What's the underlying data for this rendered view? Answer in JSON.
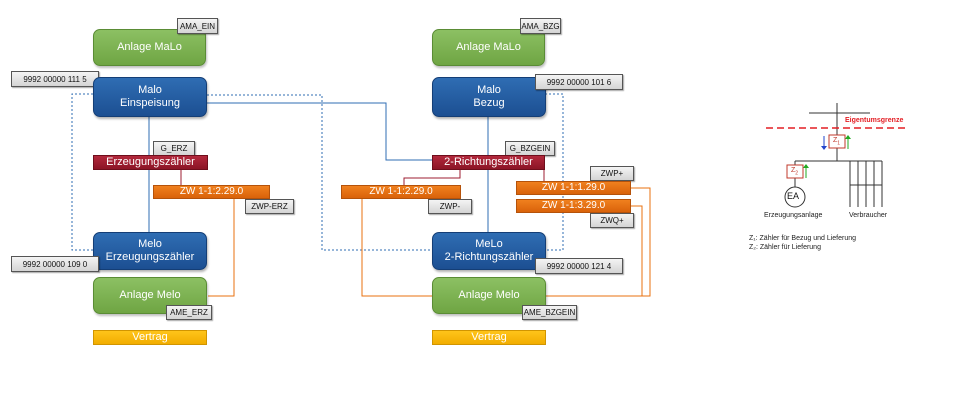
{
  "left": {
    "anlage_malo": "Anlage MaLo",
    "ama_tag": "AMA_EIN",
    "malo_id": "9992 00000 111 5",
    "malo": "Malo\nEinspeisung",
    "g_tag": "G_ERZ",
    "zaehler": "Erzeugungszähler",
    "zw": "ZW 1-1:2.29.0",
    "zwp_tag": "ZWP-ERZ",
    "melo": "Melo\nErzeugungszähler",
    "melo_id": "9992 00000 109 0",
    "anlage_melo": "Anlage Melo",
    "ame_tag": "AME_ERZ",
    "vertrag": "Vertrag"
  },
  "right": {
    "anlage_malo": "Anlage MaLo",
    "ama_tag": "AMA_BZG",
    "malo_id": "9992 00000 101 6",
    "malo": "Malo\nBezug",
    "g_tag": "G_BZGEIN",
    "zaehler": "2-Richtungszähler",
    "zw_left": "ZW 1-1:2.29.0",
    "zw_left_tag": "ZWP-",
    "zw1": "ZW 1-1:1.29.0",
    "zw1_tag": "ZWP+",
    "zw3": "ZW 1-1:3.29.0",
    "zw3_tag": "ZWQ+",
    "melo": "MeLo\n2-Richtungszähler",
    "melo_id": "9992 00000 121 4",
    "anlage_melo": "Anlage Melo",
    "ame_tag": "AME_BZGEIN",
    "vertrag": "Vertrag"
  },
  "schematic": {
    "eigentumsgrenze": "Eigentumsgrenze",
    "z1": "Z",
    "z1_sub": "1",
    "z2": "Z",
    "z2_sub": "2",
    "ea": "EA",
    "erzeugungsanlage": "Erzeugungsanlage",
    "verbraucher": "Verbraucher",
    "legend_z1": "Z₁: Zähler für Bezug und Lieferung",
    "legend_z2": "Z₂: Zähler für Lieferung"
  },
  "colors": {
    "green": "#78b04e",
    "blue": "#1f5aa0",
    "darkred": "#9e1d30",
    "orange": "#e8700f",
    "yellow": "#f7b500",
    "grid_red": "#e31e24"
  }
}
